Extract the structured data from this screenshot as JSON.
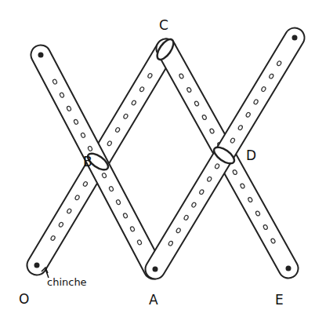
{
  "diagram": {
    "labels": [
      "C",
      "B",
      "D",
      "O",
      "A",
      "E",
      "chinche"
    ]
  }
}
